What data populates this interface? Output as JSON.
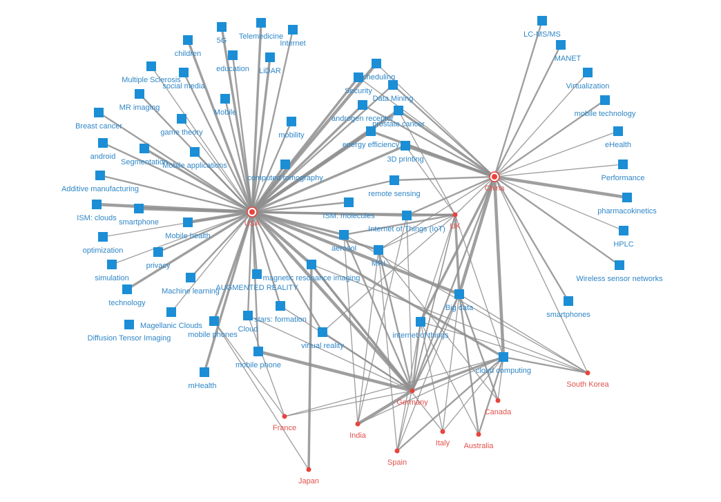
{
  "colors": {
    "keyword_node": "#1b8ed6",
    "keyword_label": "#2f86c6",
    "country_node": "#e8433d",
    "country_label": "#e0504a",
    "edge": "#8e8e8e",
    "background": "#ffffff"
  },
  "countries": [
    "USA",
    "China",
    "UK",
    "Germany",
    "South Korea",
    "Canada",
    "Australia",
    "Italy",
    "Spain",
    "India",
    "France",
    "Japan"
  ],
  "keywords": [
    "Telemedicine",
    "5G",
    "Internet",
    "children",
    "education",
    "LiDAR",
    "Multiple Sclerosis",
    "social media",
    "Mobile",
    "MR imaging",
    "game theory",
    "Breast cancer",
    "mobility",
    "android",
    "Segmentation",
    "Mobile applications",
    "Additive manufacturing",
    "computed tomography",
    "ISM: clouds",
    "smartphone",
    "Mobile health",
    "optimization",
    "privacy",
    "simulation",
    "Machine learning",
    "technology",
    "AUGMENTED REALITY",
    "magnetic resonance imaging",
    "Magellanic Clouds",
    "Diffusion Tensor Imaging",
    "mobile phones",
    "Cloud",
    "stars: formation",
    "mobile phone",
    "mHealth",
    "virtual reality",
    "ISM: molecules",
    "remote sensing",
    "Internet of Things (IoT)",
    "aerosol",
    "MRI",
    "Big data",
    "internet of things",
    "cloud computing",
    "smartphones",
    "Scheduling",
    "Security",
    "Data Mining",
    "androgen receptor",
    "prostate cancer",
    "energy efficiency",
    "3D printing",
    "LC-MS/MS",
    "MANET",
    "Virtualization",
    "mobile technology",
    "eHealth",
    "Performance",
    "pharmacokinetics",
    "HPLC",
    "Wireless sensor networks"
  ],
  "edges": [
    {
      "from": "USA",
      "to": "5G",
      "weight": 3
    },
    {
      "from": "USA",
      "to": "Telemedicine",
      "weight": 3
    },
    {
      "from": "USA",
      "to": "Internet",
      "weight": 2
    },
    {
      "from": "USA",
      "to": "children",
      "weight": 3
    },
    {
      "from": "USA",
      "to": "education",
      "weight": 2
    },
    {
      "from": "USA",
      "to": "LiDAR",
      "weight": 3
    },
    {
      "from": "USA",
      "to": "Multiple Sclerosis",
      "weight": 1
    },
    {
      "from": "USA",
      "to": "social media",
      "weight": 2
    },
    {
      "from": "USA",
      "to": "Mobile",
      "weight": 2
    },
    {
      "from": "USA",
      "to": "MR imaging",
      "weight": 2
    },
    {
      "from": "USA",
      "to": "game theory",
      "weight": 1
    },
    {
      "from": "USA",
      "to": "Breast cancer",
      "weight": 2
    },
    {
      "from": "USA",
      "to": "mobility",
      "weight": 2
    },
    {
      "from": "USA",
      "to": "android",
      "weight": 2
    },
    {
      "from": "USA",
      "to": "Segmentation",
      "weight": 3
    },
    {
      "from": "USA",
      "to": "Mobile applications",
      "weight": 2
    },
    {
      "from": "USA",
      "to": "Additive manufacturing",
      "weight": 2
    },
    {
      "from": "USA",
      "to": "computed tomography",
      "weight": 3
    },
    {
      "from": "USA",
      "to": "ISM: clouds",
      "weight": 4
    },
    {
      "from": "USA",
      "to": "smartphone",
      "weight": 4
    },
    {
      "from": "USA",
      "to": "Mobile health",
      "weight": 4
    },
    {
      "from": "USA",
      "to": "optimization",
      "weight": 1
    },
    {
      "from": "USA",
      "to": "privacy",
      "weight": 2
    },
    {
      "from": "USA",
      "to": "simulation",
      "weight": 1
    },
    {
      "from": "USA",
      "to": "technology",
      "weight": 3
    },
    {
      "from": "USA",
      "to": "Machine learning",
      "weight": 2
    },
    {
      "from": "USA",
      "to": "AUGMENTED REALITY",
      "weight": 2
    },
    {
      "from": "USA",
      "to": "magnetic resonance imaging",
      "weight": 4
    },
    {
      "from": "USA",
      "to": "Magellanic Clouds",
      "weight": 1
    },
    {
      "from": "USA",
      "to": "mobile phones",
      "weight": 3
    },
    {
      "from": "USA",
      "to": "mHealth",
      "weight": 3
    },
    {
      "from": "USA",
      "to": "Cloud",
      "weight": 2
    },
    {
      "from": "USA",
      "to": "stars: formation",
      "weight": 2
    },
    {
      "from": "USA",
      "to": "mobile phone",
      "weight": 2
    },
    {
      "from": "USA",
      "to": "virtual reality",
      "weight": 2
    },
    {
      "from": "USA",
      "to": "ISM: molecules",
      "weight": 2
    },
    {
      "from": "USA",
      "to": "remote sensing",
      "weight": 2
    },
    {
      "from": "USA",
      "to": "Internet of Things (IoT)",
      "weight": 3
    },
    {
      "from": "USA",
      "to": "aerosol",
      "weight": 3
    },
    {
      "from": "USA",
      "to": "MRI",
      "weight": 3
    },
    {
      "from": "USA",
      "to": "Big data",
      "weight": 4
    },
    {
      "from": "USA",
      "to": "cloud computing",
      "weight": 3
    },
    {
      "from": "USA",
      "to": "Scheduling",
      "weight": 4
    },
    {
      "from": "USA",
      "to": "Security",
      "weight": 3
    },
    {
      "from": "USA",
      "to": "Data Mining",
      "weight": 2
    },
    {
      "from": "USA",
      "to": "androgen receptor",
      "weight": 3
    },
    {
      "from": "USA",
      "to": "prostate cancer",
      "weight": 4
    },
    {
      "from": "USA",
      "to": "energy efficiency",
      "weight": 4
    },
    {
      "from": "USA",
      "to": "3D printing",
      "weight": 3
    },
    {
      "from": "USA",
      "to": "Germany",
      "weight": 4
    },
    {
      "from": "USA",
      "to": "UK",
      "weight": 2
    },
    {
      "from": "China",
      "to": "LC-MS/MS",
      "weight": 2
    },
    {
      "from": "China",
      "to": "MANET",
      "weight": 2
    },
    {
      "from": "China",
      "to": "Virtualization",
      "weight": 1
    },
    {
      "from": "China",
      "to": "mobile technology",
      "weight": 2
    },
    {
      "from": "China",
      "to": "eHealth",
      "weight": 1
    },
    {
      "from": "China",
      "to": "Performance",
      "weight": 1
    },
    {
      "from": "China",
      "to": "pharmacokinetics",
      "weight": 4
    },
    {
      "from": "China",
      "to": "HPLC",
      "weight": 1
    },
    {
      "from": "China",
      "to": "Wireless sensor networks",
      "weight": 2
    },
    {
      "from": "China",
      "to": "smartphones",
      "weight": 2
    },
    {
      "from": "China",
      "to": "cloud computing",
      "weight": 4
    },
    {
      "from": "China",
      "to": "Big data",
      "weight": 4
    },
    {
      "from": "China",
      "to": "Scheduling",
      "weight": 1
    },
    {
      "from": "China",
      "to": "Security",
      "weight": 1
    },
    {
      "from": "China",
      "to": "Data Mining",
      "weight": 2
    },
    {
      "from": "China",
      "to": "androgen receptor",
      "weight": 2
    },
    {
      "from": "China",
      "to": "prostate cancer",
      "weight": 3
    },
    {
      "from": "China",
      "to": "energy efficiency",
      "weight": 3
    },
    {
      "from": "China",
      "to": "3D printing",
      "weight": 4
    },
    {
      "from": "China",
      "to": "remote sensing",
      "weight": 2
    },
    {
      "from": "China",
      "to": "Internet of Things (IoT)",
      "weight": 2
    },
    {
      "from": "China",
      "to": "internet of things",
      "weight": 3
    },
    {
      "from": "China",
      "to": "UK",
      "weight": 1
    },
    {
      "from": "China",
      "to": "Germany",
      "weight": 2
    },
    {
      "from": "China",
      "to": "South Korea",
      "weight": 1
    },
    {
      "from": "China",
      "to": "MRI",
      "weight": 1
    },
    {
      "from": "UK",
      "to": "Big data",
      "weight": 3
    },
    {
      "from": "UK",
      "to": "Internet of Things (IoT)",
      "weight": 3
    },
    {
      "from": "UK",
      "to": "3D printing",
      "weight": 1
    },
    {
      "from": "UK",
      "to": "prostate cancer",
      "weight": 1
    },
    {
      "from": "UK",
      "to": "aerosol",
      "weight": 2
    },
    {
      "from": "UK",
      "to": "MRI",
      "weight": 1
    },
    {
      "from": "UK",
      "to": "virtual reality",
      "weight": 1
    },
    {
      "from": "UK",
      "to": "internet of things",
      "weight": 1
    },
    {
      "from": "UK",
      "to": "cloud computing",
      "weight": 1
    },
    {
      "from": "UK",
      "to": "Germany",
      "weight": 1
    },
    {
      "from": "UK",
      "to": "Spain",
      "weight": 1
    },
    {
      "from": "Germany",
      "to": "mobile phone",
      "weight": 4
    },
    {
      "from": "Germany",
      "to": "cloud computing",
      "weight": 3
    },
    {
      "from": "Germany",
      "to": "virtual reality",
      "weight": 2
    },
    {
      "from": "Germany",
      "to": "magnetic resonance imaging",
      "weight": 3
    },
    {
      "from": "Germany",
      "to": "MRI",
      "weight": 2
    },
    {
      "from": "Germany",
      "to": "Big data",
      "weight": 2
    },
    {
      "from": "Germany",
      "to": "internet of things",
      "weight": 2
    },
    {
      "from": "Germany",
      "to": "stars: formation",
      "weight": 1
    },
    {
      "from": "Germany",
      "to": "India",
      "weight": 4
    },
    {
      "from": "Germany",
      "to": "France",
      "weight": 1
    },
    {
      "from": "Germany",
      "to": "aerosol",
      "weight": 2
    },
    {
      "from": "Germany",
      "to": "Internet of Things (IoT)",
      "weight": 1
    },
    {
      "from": "Germany",
      "to": "Cloud",
      "weight": 1
    },
    {
      "from": "South Korea",
      "to": "cloud computing",
      "weight": 2
    },
    {
      "from": "South Korea",
      "to": "internet of things",
      "weight": 1
    },
    {
      "from": "South Korea",
      "to": "Big data",
      "weight": 1
    },
    {
      "from": "South Korea",
      "to": "aerosol",
      "weight": 1
    },
    {
      "from": "South Korea",
      "to": "magnetic resonance imaging",
      "weight": 1
    },
    {
      "from": "Canada",
      "to": "Big data",
      "weight": 2
    },
    {
      "from": "Canada",
      "to": "cloud computing",
      "weight": 1
    },
    {
      "from": "Canada",
      "to": "MRI",
      "weight": 1
    },
    {
      "from": "Australia",
      "to": "cloud computing",
      "weight": 2
    },
    {
      "from": "Australia",
      "to": "Big data",
      "weight": 2
    },
    {
      "from": "Australia",
      "to": "internet of things",
      "weight": 1
    },
    {
      "from": "Italy",
      "to": "internet of things",
      "weight": 1
    },
    {
      "from": "Italy",
      "to": "cloud computing",
      "weight": 1
    },
    {
      "from": "Italy",
      "to": "Big data",
      "weight": 1
    },
    {
      "from": "Italy",
      "to": "magnetic resonance imaging",
      "weight": 1
    },
    {
      "from": "Spain",
      "to": "cloud computing",
      "weight": 2
    },
    {
      "from": "Spain",
      "to": "Big data",
      "weight": 1
    },
    {
      "from": "Spain",
      "to": "internet of things",
      "weight": 1
    },
    {
      "from": "Spain",
      "to": "MRI",
      "weight": 1
    },
    {
      "from": "India",
      "to": "aerosol",
      "weight": 1
    },
    {
      "from": "India",
      "to": "Internet of Things (IoT)",
      "weight": 1
    },
    {
      "from": "India",
      "to": "MRI",
      "weight": 1
    },
    {
      "from": "India",
      "to": "cloud computing",
      "weight": 1
    },
    {
      "from": "France",
      "to": "Cloud",
      "weight": 1
    },
    {
      "from": "France",
      "to": "mobile phones",
      "weight": 1
    },
    {
      "from": "France",
      "to": "cloud computing",
      "weight": 1
    },
    {
      "from": "Japan",
      "to": "magnetic resonance imaging",
      "weight": 3
    },
    {
      "from": "Japan",
      "to": "mobile phones",
      "weight": 1
    }
  ]
}
